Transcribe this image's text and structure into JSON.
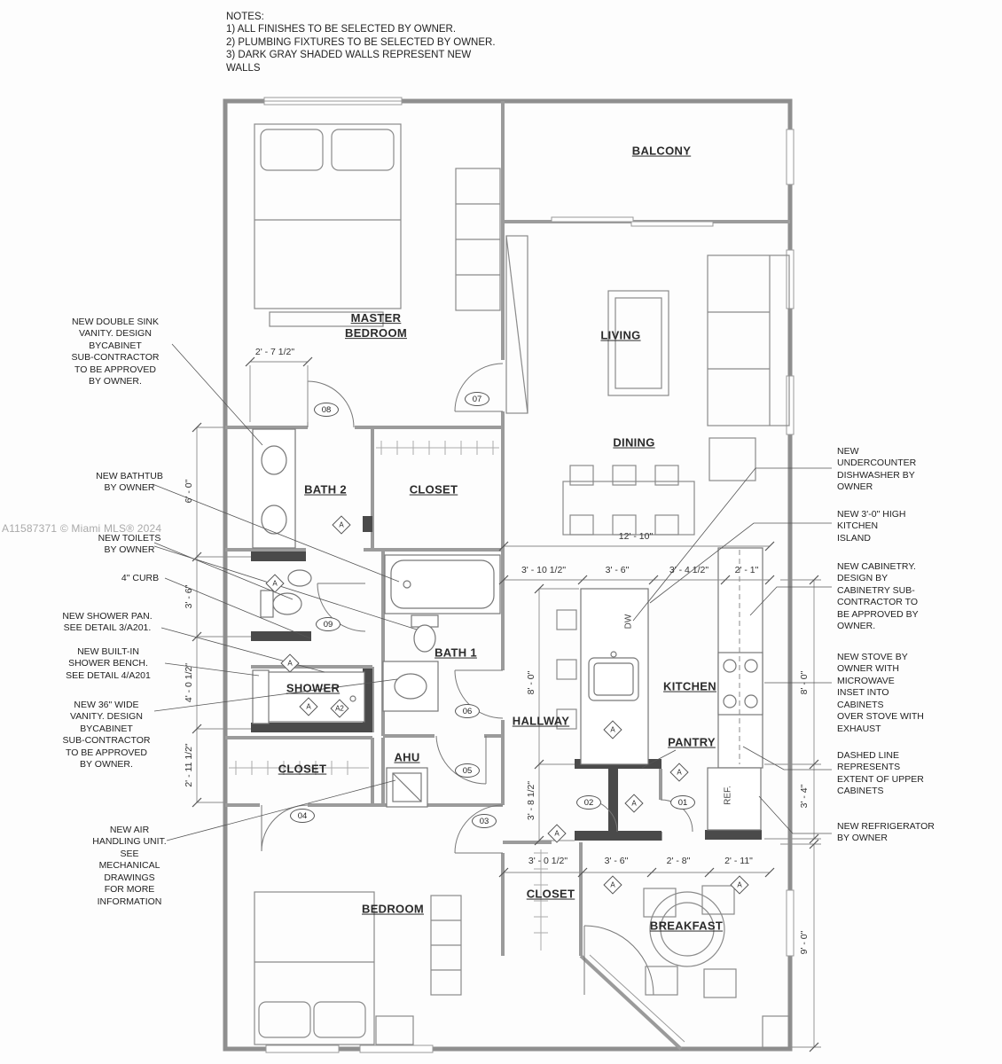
{
  "notes": {
    "text": "NOTES:\n1) ALL FINISHES TO BE SELECTED BY OWNER.\n2) PLUMBING FIXTURES TO BE SELECTED BY OWNER.\n3) DARK GRAY SHADED WALLS REPRESENT NEW\nWALLS"
  },
  "watermark": "A11587371 © Miami MLS® 2024",
  "rooms": {
    "balcony": "BALCONY",
    "master_bedroom": "MASTER\nBEDROOM",
    "living": "LIVING",
    "dining": "DINING",
    "bath2": "BATH 2",
    "closet_top": "CLOSET",
    "bath1": "BATH 1",
    "shower": "SHOWER",
    "hallway": "HALLWAY",
    "kitchen": "KITCHEN",
    "pantry": "PANTRY",
    "closet_mid": "CLOSET",
    "ahu": "AHU",
    "closet_bottom": "CLOSET",
    "bedroom": "BEDROOM",
    "breakfast": "BREAKFAST"
  },
  "fixtures": {
    "dw": "DW",
    "ref": "REF."
  },
  "tags": {
    "t01": "01",
    "t02": "02",
    "t03": "03",
    "t04": "04",
    "t05": "05",
    "t06": "06",
    "t07": "07",
    "t08": "08",
    "t09": "09"
  },
  "markers": {
    "a": "A",
    "a2": "A2"
  },
  "dims": {
    "master_door": "2' - 7 1/2\"",
    "left_bath": "6' - 0\"",
    "left_shower_top": "3' - 6\"",
    "left_shower": "4' - 0 1/2\"",
    "left_closet": "2' - 11 1/2\"",
    "dining_width": "12' - 10\"",
    "kitchen_1": "3' - 10 1/2\"",
    "kitchen_2": "3' - 6\"",
    "kitchen_3": "3' - 4 1/2\"",
    "kitchen_4": "2' - 1\"",
    "kitchen_left_h": "8' - 0\"",
    "kitchen_right_h": "8' - 0\"",
    "pantry_left_h": "3' - 8 1/2\"",
    "ref_right_h": "3' - 4\"",
    "bottom_1": "3' - 0 1/2\"",
    "bottom_2": "3' - 6\"",
    "bottom_3": "2' - 8\"",
    "bottom_4": "2' - 11\"",
    "breakfast_right_h": "9' - 0\""
  },
  "annotations": {
    "double_sink": "NEW DOUBLE SINK\nVANITY. DESIGN\nBYCABINET\nSUB-CONTRACTOR\nTO BE APPROVED\nBY OWNER.",
    "bathtub": "NEW BATHTUB\nBY OWNER",
    "toilets": "NEW TOILETS\nBY OWNER",
    "curb": "4\" CURB",
    "shower_pan": "NEW SHOWER PAN.\nSEE DETAIL 3/A201.",
    "shower_bench": "NEW BUILT-IN\nSHOWER BENCH.\nSEE DETAIL 4/A201",
    "vanity36": "NEW 36\" WIDE\nVANITY. DESIGN\nBYCABINET\nSUB-CONTRACTOR\nTO BE APPROVED\nBY OWNER.",
    "ahu": "NEW AIR\nHANDLING UNIT.\nSEE\nMECHANICAL\nDRAWINGS\nFOR MORE\nINFORMATION",
    "dishwasher": "NEW\nUNDERCOUNTER\nDISHWASHER BY\nOWNER",
    "island": "NEW 3'-0\" HIGH\nKITCHEN\nISLAND",
    "cabinetry": "NEW CABINETRY.\nDESIGN BY\nCABINETRY SUB-\nCONTRACTOR TO\nBE APPROVED BY\nOWNER.",
    "stove": "NEW STOVE BY\nOWNER WITH\nMICROWAVE\nINSET INTO\nCABINETS\nOVER STOVE WITH\nEXHAUST",
    "dashed": "DASHED LINE\nREPRESENTS\nEXTENT OF UPPER\nCABINETS",
    "refrigerator": "NEW REFRIGERATOR\nBY OWNER"
  }
}
